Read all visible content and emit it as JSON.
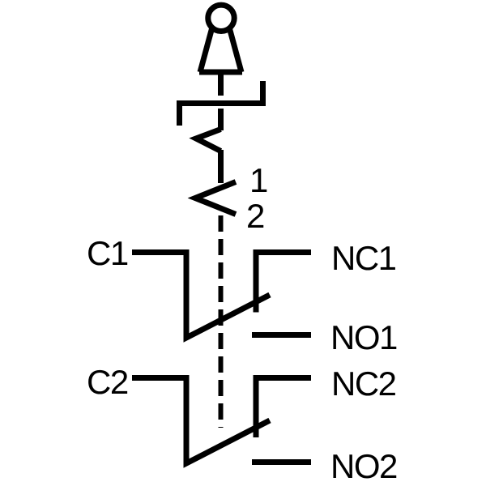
{
  "colors": {
    "ink": "#000000",
    "background": "#ffffff"
  },
  "schematic": {
    "description": "Key-operated two-position selector switch with latching detent and two changeover contact blocks",
    "positions": {
      "pos1": "1",
      "pos2": "2"
    },
    "contacts": {
      "block1": {
        "common": "C1",
        "nc": "NC1",
        "no": "NO1"
      },
      "block2": {
        "common": "C2",
        "nc": "NC2",
        "no": "NO2"
      }
    }
  }
}
